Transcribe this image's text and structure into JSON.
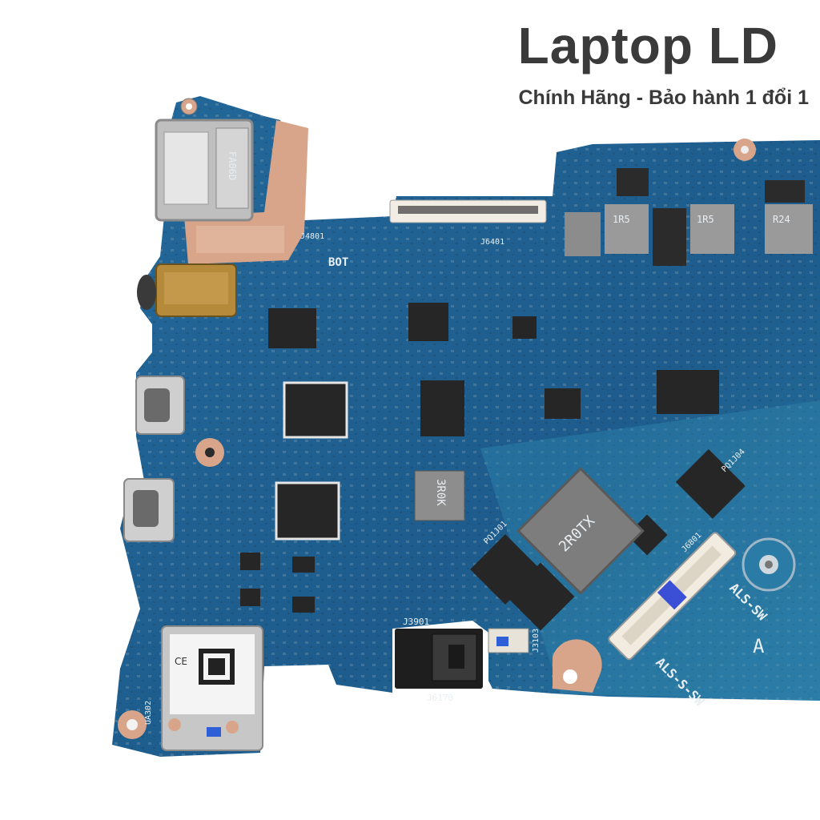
{
  "brand": {
    "title": "Laptop LD",
    "subtitle": "Chính Hãng - Bảo hành 1 đổi 1"
  },
  "board_labels": {
    "j4801": "J4801",
    "bot": "BOT",
    "j6401": "J6401",
    "j3901": "J3901",
    "j6170": "J6170",
    "j3103": "J3103",
    "j6801": "J6801",
    "als_sw": "ALS-SW",
    "als_s_sw": "ALS-S-SW",
    "a": "A",
    "pq1j01": "PQ1J01",
    "pq1j04": "PQ1J04",
    "ua302": "UA302",
    "hdmi_marking": "FA06D",
    "inductor_1": "1R5",
    "inductor_2": "1R5",
    "inductor_3": "R24",
    "choke": "2R0TX",
    "small_choke": "3R0K"
  },
  "colors": {
    "pcb": "#1f5f8f",
    "copper": "#d8a98c",
    "connector": "#c9c9c9"
  }
}
